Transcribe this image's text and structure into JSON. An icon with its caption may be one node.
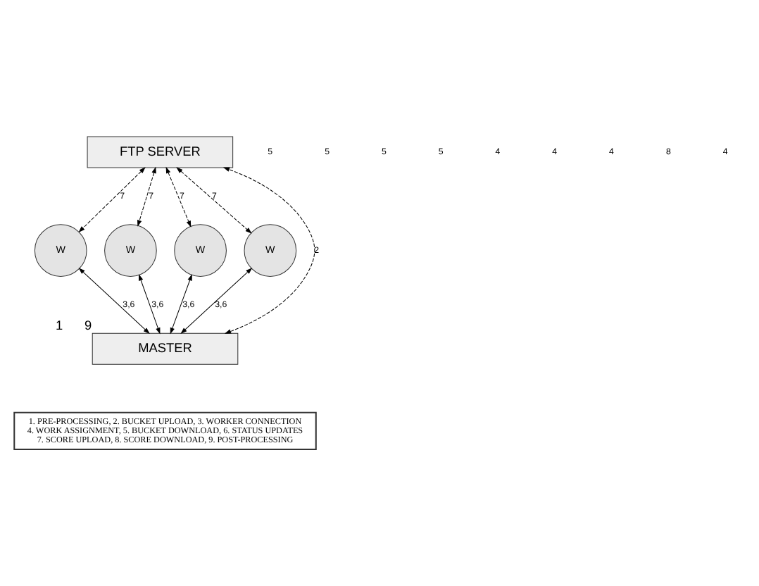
{
  "diagram": {
    "nodes": [
      {
        "text": [
          "FTP SERVER"
        ]
      },
      {
        "text": [
          "W"
        ]
      },
      {
        "text": [
          "W"
        ]
      },
      {
        "text": [
          "W"
        ]
      },
      {
        "text": [
          "W"
        ]
      },
      {
        "text": [
          "MASTER"
        ],
        "beside": [
          "1",
          "9"
        ]
      },
      {
        "text": [
          "1. PRE-PROCESSING, 2. BUCKET UPLOAD, 3. WORKER CONNECTION",
          "4. WORK ASSIGNMENT, 5. BUCKET DOWNLOAD, 6. STATUS UPDATES",
          "7. SCORE UPLOAD, 8. SCORE DOWNLOAD, 9. POST-PROCESSING"
        ]
      }
    ],
    "edges": [
      {
        "from": 0,
        "to": 1,
        "arrow": "both",
        "style": "dashed",
        "label": "7"
      },
      {
        "from": 0,
        "to": 2,
        "arrow": "both",
        "style": "dashed",
        "label": "7"
      },
      {
        "from": 5,
        "to": 0,
        "arrow": "both",
        "style": "dashed",
        "label": "2"
      },
      {
        "from": 0,
        "to": 3,
        "arrow": "both",
        "style": "dashed",
        "label": "7"
      },
      {
        "from": 0,
        "to": 4,
        "arrow": "both",
        "style": "dashed",
        "label": "7"
      },
      {
        "from": 1,
        "to": 5,
        "arrow": "both",
        "label": "3,6"
      },
      {
        "from": 2,
        "to": 5,
        "arrow": "both",
        "label": "3,6"
      },
      {
        "from": 3,
        "to": 5,
        "arrow": "both",
        "label": "3,6"
      },
      {
        "from": 4,
        "to": 5,
        "arrow": "both",
        "label": "3,6"
      }
    ],
    "labels": [
      "5",
      "5",
      "5",
      "5",
      "4",
      "4",
      "4",
      "8",
      "4"
    ]
  }
}
